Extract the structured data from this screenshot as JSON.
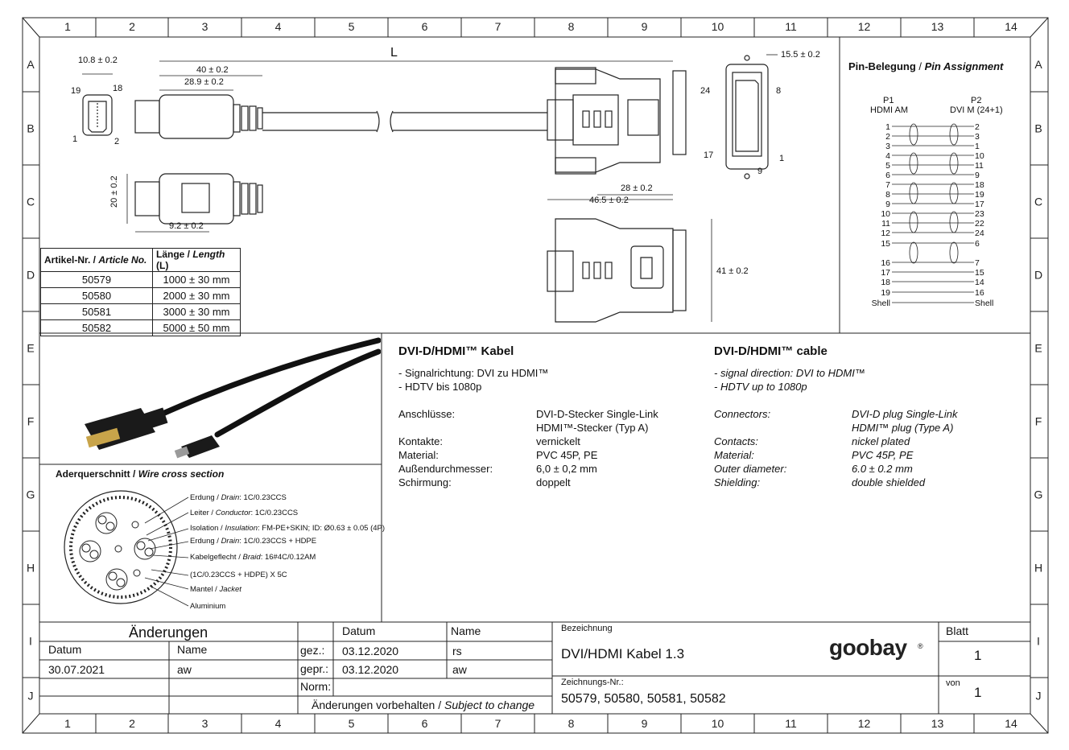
{
  "frame": {
    "cols": [
      "1",
      "2",
      "3",
      "4",
      "5",
      "6",
      "7",
      "8",
      "9",
      "10",
      "11",
      "12",
      "13",
      "14"
    ],
    "rows": [
      "A",
      "B",
      "C",
      "D",
      "E",
      "F",
      "G",
      "H",
      "I",
      "J"
    ]
  },
  "dimensions": {
    "hdmi_width": "10.8 ± 0.2",
    "pin19": "19",
    "pin18": "18",
    "pin1": "1",
    "pin2": "2",
    "d40": "40 ± 0.2",
    "d28_9": "28.9 ± 0.2",
    "length": "L",
    "d20": "20 ± 0.2",
    "d9_2": "9.2 ± 0.2",
    "d28": "28 ± 0.2",
    "d46_5": "46.5 ± 0.2",
    "d15_5": "15.5 ± 0.2",
    "d41": "41 ± 0.2",
    "dvi_pin24": "24",
    "dvi_pin8": "8",
    "dvi_pin17": "17",
    "dvi_pin1": "1",
    "dvi_pin9": "9"
  },
  "pin_assignment": {
    "title_de": "Pin-Belegung",
    "sep": " / ",
    "title_en": "Pin Assignment",
    "p1_label": "P1",
    "p1_desc": "HDMI AM",
    "p2_label": "P2",
    "p2_desc": "DVI M (24+1)",
    "rows": [
      {
        "l": "1",
        "r": "2"
      },
      {
        "l": "2",
        "r": "3"
      },
      {
        "l": "3",
        "r": "1"
      },
      {
        "l": "4",
        "r": "10"
      },
      {
        "l": "5",
        "r": "11"
      },
      {
        "l": "6",
        "r": "9"
      },
      {
        "l": "7",
        "r": "18"
      },
      {
        "l": "8",
        "r": "19"
      },
      {
        "l": "9",
        "r": "17"
      },
      {
        "l": "10",
        "r": "23"
      },
      {
        "l": "11",
        "r": "22"
      },
      {
        "l": "12",
        "r": "24"
      },
      {
        "l": "15",
        "r": "6"
      },
      {
        "l": "16",
        "r": "7"
      },
      {
        "l": "17",
        "r": "15"
      },
      {
        "l": "18",
        "r": "14"
      },
      {
        "l": "19",
        "r": "16"
      },
      {
        "l": "Shell",
        "r": "Shell"
      }
    ]
  },
  "article_table": {
    "h1_de": "Artikel-Nr. / ",
    "h1_en": "Article No.",
    "h2_de": "Länge / ",
    "h2_en": "Length",
    "h2_suffix": " (L)",
    "rows": [
      {
        "no": "50579",
        "len": "1000 ± 30 mm"
      },
      {
        "no": "50580",
        "len": "2000 ± 30 mm"
      },
      {
        "no": "50581",
        "len": "3000 ± 30 mm"
      },
      {
        "no": "50582",
        "len": "5000 ± 50 mm"
      }
    ]
  },
  "wire_section": {
    "title_de": "Aderquerschnitt / ",
    "title_en": "Wire cross section",
    "labels": [
      {
        "de": "Erdung / ",
        "en": "Drain",
        "val": ": 1C/0.23CCS"
      },
      {
        "de": "Leiter / ",
        "en": "Conductor",
        "val": ": 1C/0.23CCS"
      },
      {
        "de": "Isolation / ",
        "en": "Insulation",
        "val": ": FM-PE+SKIN; ID: Ø0.63 ± 0.05 (4P)"
      },
      {
        "de": "Erdung / ",
        "en": "Drain",
        "val": ": 1C/0.23CCS + HDPE"
      },
      {
        "de": "Kabelgeflecht / ",
        "en": "Braid",
        "val": ": 16#4C/0.12AM"
      },
      {
        "de": "",
        "en": "",
        "val": "(1C/0.23CCS + HDPE) X 5C"
      },
      {
        "de": "Mantel / ",
        "en": "Jacket",
        "val": ""
      },
      {
        "de": "",
        "en": "",
        "val": "Aluminium"
      }
    ]
  },
  "desc_de": {
    "title": "DVI-D/HDMI™ Kabel",
    "bullet1": "- Signalrichtung: DVI zu HDMI™",
    "bullet2": "-  HDTV bis 1080p",
    "props": [
      {
        "k": "Anschlüsse:",
        "v": "DVI-D-Stecker Single-Link"
      },
      {
        "k": "",
        "v": "HDMI™-Stecker (Typ A)"
      },
      {
        "k": "Kontakte:",
        "v": "vernickelt"
      },
      {
        "k": "Material:",
        "v": "PVC 45P, PE"
      },
      {
        "k": "Außendurchmesser:",
        "v": "6,0 ± 0,2 mm"
      },
      {
        "k": "Schirmung:",
        "v": "doppelt"
      }
    ]
  },
  "desc_en": {
    "title": "DVI-D/HDMI™ cable",
    "bullet1": "- signal direction: DVI to HDMI™",
    "bullet2": "- HDTV up to 1080p",
    "props": [
      {
        "k": "Connectors:",
        "v": "DVI-D plug Single-Link"
      },
      {
        "k": "",
        "v": "HDMI™ plug (Type A)"
      },
      {
        "k": "Contacts:",
        "v": "nickel plated"
      },
      {
        "k": "Material:",
        "v": "PVC 45P, PE"
      },
      {
        "k": "Outer diameter:",
        "v": "6.0 ± 0.2 mm"
      },
      {
        "k": "Shielding:",
        "v": "double shielded"
      }
    ]
  },
  "title_block": {
    "aenderungen": "Änderungen",
    "col_datum": "Datum",
    "col_name": "Name",
    "change_date": "30.07.2021",
    "change_name": "aw",
    "datum_hdr": "Datum",
    "name_hdr": "Name",
    "gez_label": "gez.:",
    "gez_date": "03.12.2020",
    "gez_name": "rs",
    "gepr_label": "gepr.:",
    "gepr_date": "03.12.2020",
    "gepr_name": "aw",
    "norm_label": "Norm:",
    "subject_de": "Änderungen vorbehalten / ",
    "subject_en": "Subject to change",
    "bezeichnung_label": "Bezeichnung",
    "bezeichnung": "DVI/HDMI Kabel 1.3",
    "zeichnungs_label": "Zeichnungs-Nr.:",
    "zeichnungs": "50579, 50580, 50581, 50582",
    "logo": "goobay",
    "logo_reg": "®",
    "blatt_label": "Blatt",
    "blatt": "1",
    "von_label": "von",
    "von": "1"
  }
}
